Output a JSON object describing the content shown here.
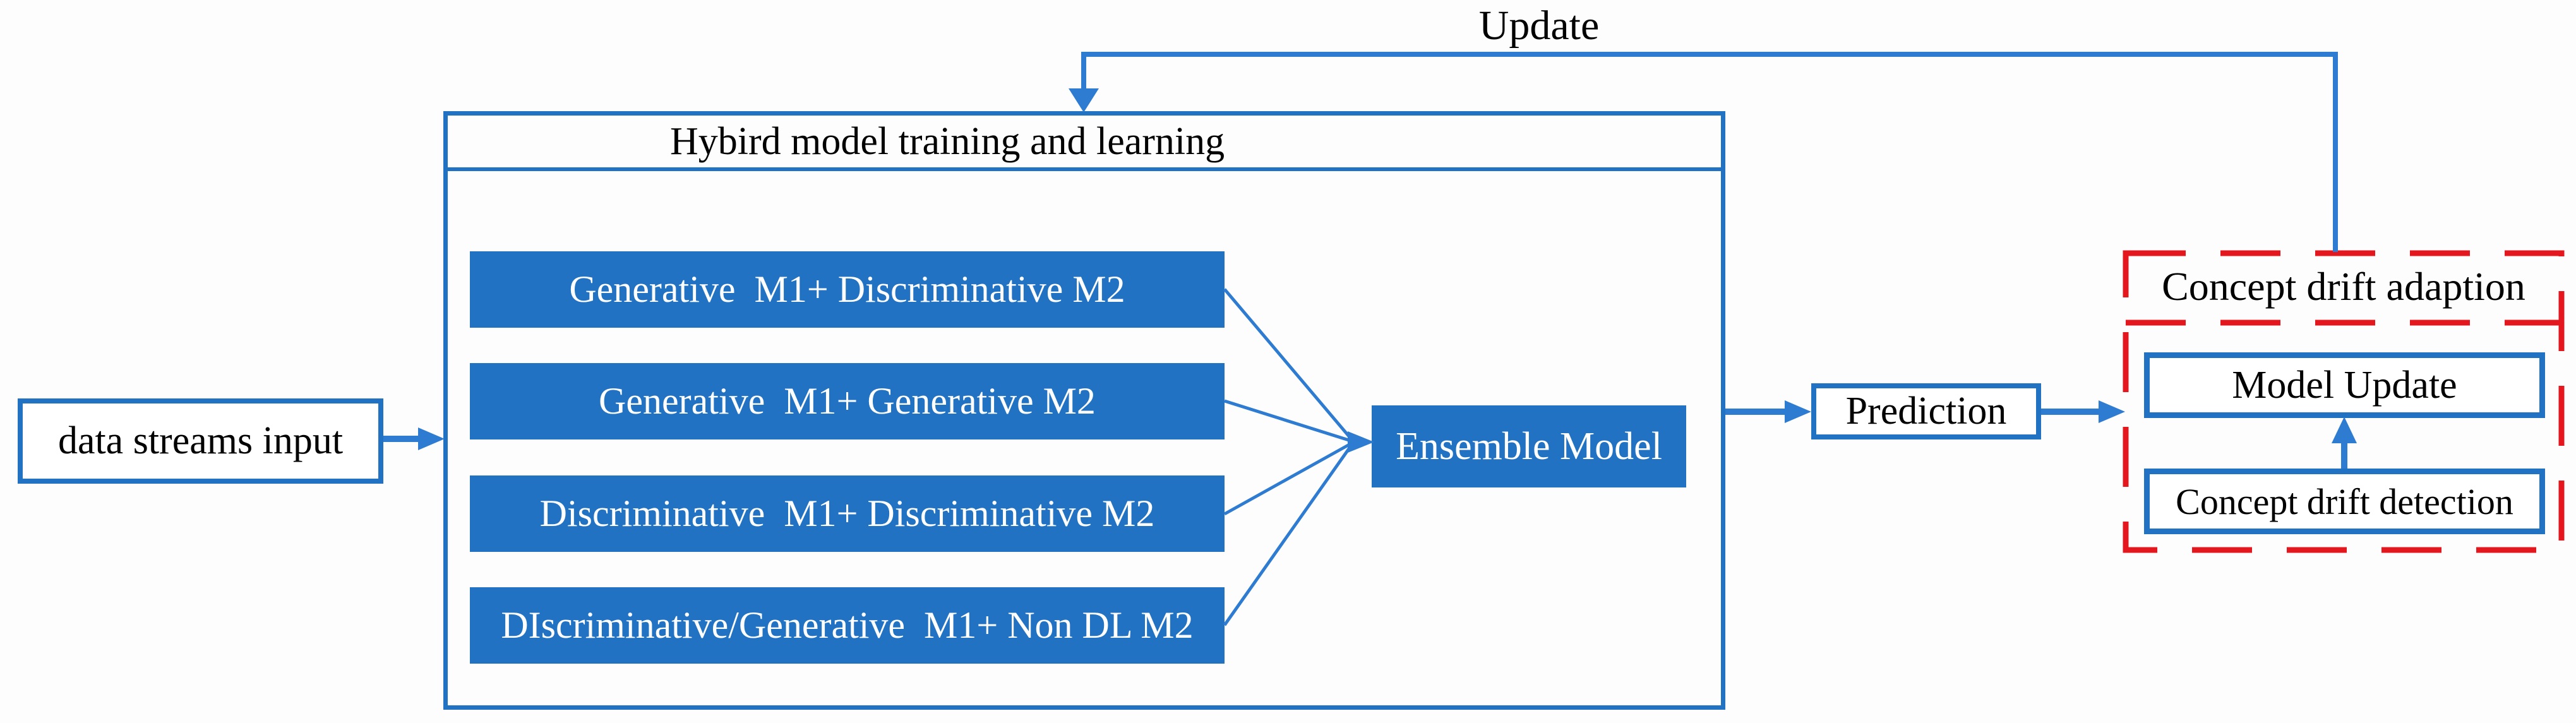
{
  "colors": {
    "blue_fill": "#2272C4",
    "blue_line": "#2E7BD2",
    "red_dash": "#E3171D"
  },
  "update_label": "Update",
  "input_box": {
    "label": "data streams input"
  },
  "hybrid_box": {
    "title": "Hybird model training and learning",
    "bars": [
      {
        "label": "Generative  M1+ Discriminative M2"
      },
      {
        "label": "Generative  M1+ Generative M2"
      },
      {
        "label": "Discriminative  M1+ Discriminative M2"
      },
      {
        "label": "DIscriminative/Generative  M1+ Non DL M2"
      }
    ],
    "ensemble_label": "Ensemble Model"
  },
  "prediction_box": {
    "label": "Prediction"
  },
  "adaption_box": {
    "title": "Concept drift adaption",
    "model_update": "Model Update",
    "detection": "Concept drift detection"
  }
}
